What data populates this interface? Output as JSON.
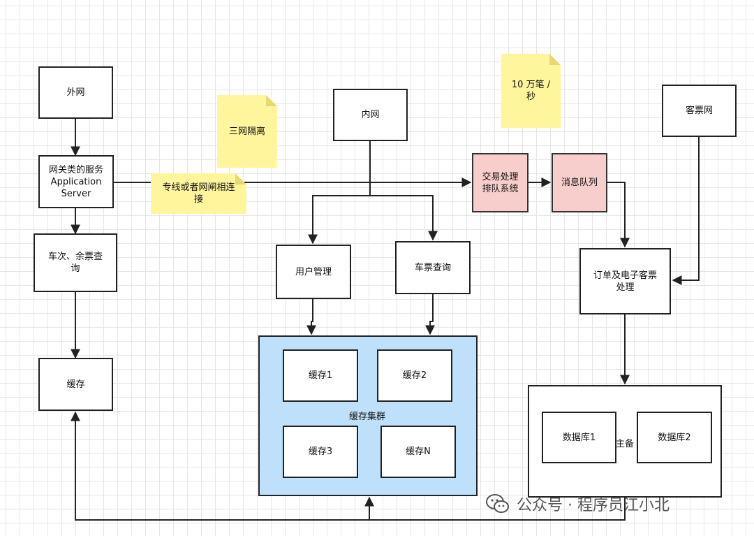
{
  "nodes": {
    "external_net": "外网",
    "gateway": "网关类的服务\nApplication\nServer",
    "train_query": "车次、余票查\n询",
    "cache_left": "缓存",
    "internal_net": "内网",
    "user_mgmt": "用户管理",
    "ticket_query": "车票查询",
    "trade_queue": "交易处理\n排队系统",
    "message_queue": "消息队列",
    "customer_net": "客票网",
    "order_process": "订单及电子客票\n处理",
    "cache1": "缓存1",
    "cache2": "缓存2",
    "cache3": "缓存3",
    "cacheN": "缓存N",
    "db1": "数据库1",
    "db2": "数据库2"
  },
  "groups": {
    "cache_cluster": "缓存集群",
    "master_backup": "主备"
  },
  "notes": {
    "three_net": "三网隔离",
    "throughput": "10 万笔 /\n秒",
    "leased_line": "专线或者网闸相连\n接"
  },
  "watermark": "公众号 · 程序员江小北",
  "colors": {
    "trade_fill": "#f8cecc",
    "cluster_fill": "#bfe0fa",
    "note_fill": "#fff59d"
  }
}
